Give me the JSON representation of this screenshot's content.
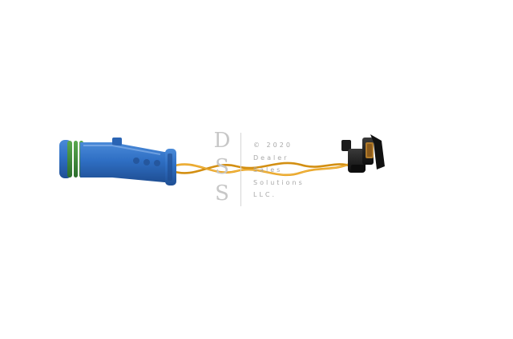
{
  "image": {
    "subject": "brake-wear-sensor",
    "background_color": "#ffffff",
    "colors": {
      "connector_body": "#2f6fc4",
      "connector_seal": "#3a8a3a",
      "wire": "#e6a01e",
      "sensor_head": "#1a1a1a",
      "sensor_coil": "#b07a2a"
    }
  },
  "watermark": {
    "letters": [
      "D",
      "S",
      "S"
    ],
    "lines": [
      "© 2020",
      "Dealer",
      "Sales",
      "Solutions",
      "LLC."
    ]
  }
}
